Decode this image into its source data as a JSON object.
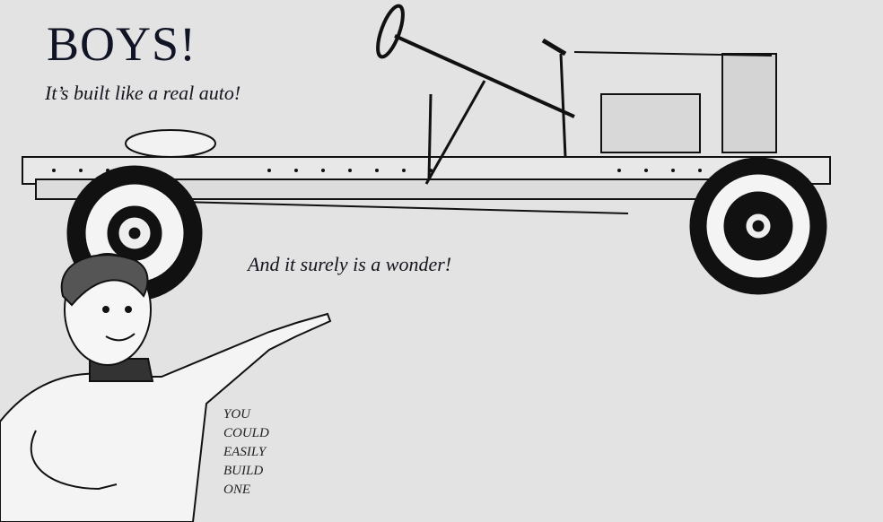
{
  "headline": "BOYS!",
  "subheadline": "It’s built like a real auto!",
  "tagline": "And it surely is a wonder!",
  "cta_lines": [
    "YOU",
    "COULD",
    "EASILY",
    "BUILD",
    "ONE"
  ],
  "colors": {
    "background": "#e3e3e3",
    "ink": "#111111"
  }
}
